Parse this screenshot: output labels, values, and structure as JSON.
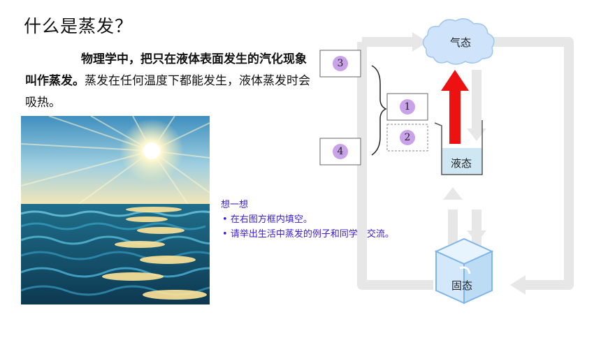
{
  "title": "什么是蒸发？",
  "paragraph": {
    "bold_part": "物理学中，把只在液体表面发生的汽化现象叫作蒸发。",
    "normal_part": "蒸发在任何温度下都能发生，液体蒸发时会吸热。"
  },
  "think": {
    "heading": "想一想",
    "items": [
      "在右图方框内填空。",
      "请举出生活中蒸发的例子和同学们交流。"
    ]
  },
  "diagram": {
    "states": {
      "gas": "气态",
      "liquid": "液态",
      "solid": "固态"
    },
    "markers": [
      "1",
      "2",
      "3",
      "4"
    ]
  },
  "colors": {
    "arrow": "#ee1111",
    "marker": "#c9a2ea",
    "think_text": "#3a1ad6"
  }
}
